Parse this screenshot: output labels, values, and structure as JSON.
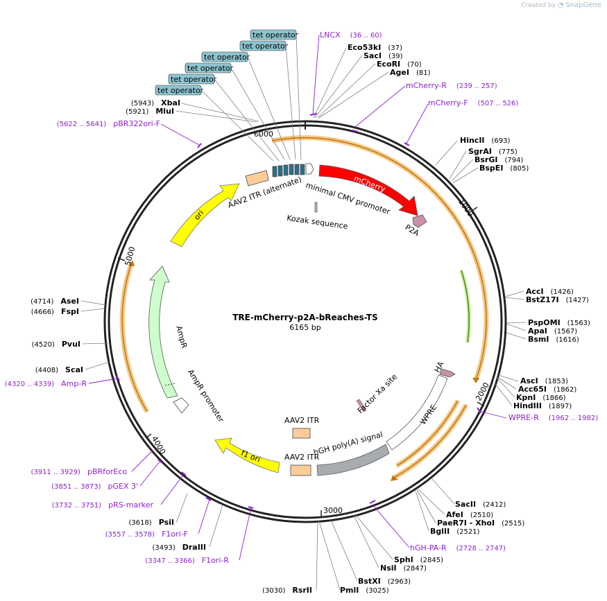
{
  "credit": {
    "prefix": "Created by",
    "brand": "SnapGene"
  },
  "plasmid": {
    "name": "TRE-mCherry-p2A-bReaches-TS",
    "length_label": "6165 bp",
    "length": 6165
  },
  "ticks": [
    "1000",
    "2000",
    "3000",
    "4000",
    "5000",
    "6000"
  ],
  "tet_operators": [
    "tet operator",
    "tet operator",
    "tet operator",
    "tet operator",
    "tet operator",
    "tet operator"
  ],
  "sites": [
    {
      "name": "Eco53kI",
      "pos": "(37)"
    },
    {
      "name": "SacI",
      "pos": "(39)"
    },
    {
      "name": "EcoRI",
      "pos": "(70)"
    },
    {
      "name": "AgeI",
      "pos": "(81)"
    },
    {
      "name": "HincII",
      "pos": "(693)"
    },
    {
      "name": "SgrAI",
      "pos": "(775)"
    },
    {
      "name": "BsrGI",
      "pos": "(794)"
    },
    {
      "name": "BspEI",
      "pos": "(805)"
    },
    {
      "name": "AccI",
      "pos": "(1426)"
    },
    {
      "name": "BstZ17I",
      "pos": "(1427)"
    },
    {
      "name": "PspOMI",
      "pos": "(1563)"
    },
    {
      "name": "ApaI",
      "pos": "(1567)"
    },
    {
      "name": "BsmI",
      "pos": "(1616)"
    },
    {
      "name": "AscI",
      "pos": "(1853)"
    },
    {
      "name": "Acc65I",
      "pos": "(1862)"
    },
    {
      "name": "KpnI",
      "pos": "(1866)"
    },
    {
      "name": "HindIII",
      "pos": "(1897)"
    },
    {
      "name": "SacII",
      "pos": "(2412)"
    },
    {
      "name": "AfeI",
      "pos": "(2510)"
    },
    {
      "name": "PaeR7I - XhoI",
      "pos": "(2515)"
    },
    {
      "name": "BglII",
      "pos": "(2521)"
    },
    {
      "name": "SphI",
      "pos": "(2845)"
    },
    {
      "name": "NsiI",
      "pos": "(2847)"
    },
    {
      "name": "BstXI",
      "pos": "(2963)"
    },
    {
      "name": "PmlI",
      "pos": "(3025)"
    },
    {
      "name": "RsrII",
      "pos": "(3030)"
    },
    {
      "name": "DraIII",
      "pos": "(3493)"
    },
    {
      "name": "PsiI",
      "pos": "(3618)"
    },
    {
      "name": "ScaI",
      "pos": "(4408)"
    },
    {
      "name": "PvuI",
      "pos": "(4520)"
    },
    {
      "name": "FspI",
      "pos": "(4666)"
    },
    {
      "name": "AseI",
      "pos": "(4714)"
    },
    {
      "name": "MluI",
      "pos": "(5921)"
    },
    {
      "name": "XbaI",
      "pos": "(5943)"
    }
  ],
  "primers": [
    {
      "name": "LNCX",
      "pos": "(36 .. 60)"
    },
    {
      "name": "mCherry-R",
      "pos": "(239 .. 257)"
    },
    {
      "name": "mCherry-F",
      "pos": "(507 .. 526)"
    },
    {
      "name": "WPRE-R",
      "pos": "(1962 .. 1982)"
    },
    {
      "name": "hGH-PA-R",
      "pos": "(2728 .. 2747)"
    },
    {
      "name": "F1ori-R",
      "pos": "(3347 .. 3366)"
    },
    {
      "name": "F1ori-F",
      "pos": "(3557 .. 3578)"
    },
    {
      "name": "pRS-marker",
      "pos": "(3732 .. 3751)"
    },
    {
      "name": "pGEX 3'",
      "pos": "(3851 .. 3873)"
    },
    {
      "name": "pBRforEco",
      "pos": "(3911 .. 3929)"
    },
    {
      "name": "Amp-R",
      "pos": "(4320 .. 4339)"
    },
    {
      "name": "pBR322ori-F",
      "pos": "(5622 .. 5641)"
    }
  ],
  "features": {
    "mcherry": "mCherry",
    "p2a": "P2A",
    "min_cmv": "minimal CMV promoter",
    "aav2_itr_alt": "AAV2 ITR (alternate)",
    "kozak": "Kozak sequence",
    "ori": "ori",
    "ampr": "AmpR",
    "ampr_promoter": "AmpR promoter",
    "f1_ori": "f1 ori",
    "aav2_itr_1": "AAV2 ITR",
    "aav2_itr_2": "AAV2 ITR",
    "hgh_polya": "hGH poly(A) signal",
    "wpre": "WPRE",
    "factor_xa": "Factor Xa site",
    "ha": "HA"
  },
  "colors": {
    "backbone": "#222222",
    "orf_highlight": "#f6c98a",
    "orf_arrow": "#c07a10",
    "mcherry": "#ff0000",
    "p2a": "#c990a8",
    "tet_operator": "#2f6f86",
    "tet_label_bg": "#8cc4d0",
    "ori": "#ffff00",
    "ampr": "#ccffcc",
    "aav2_itr": "#ffcc99",
    "hgh_polya": "#a8acb0",
    "green_orf": "#4c8c10",
    "primer": "#8b1fd0"
  }
}
